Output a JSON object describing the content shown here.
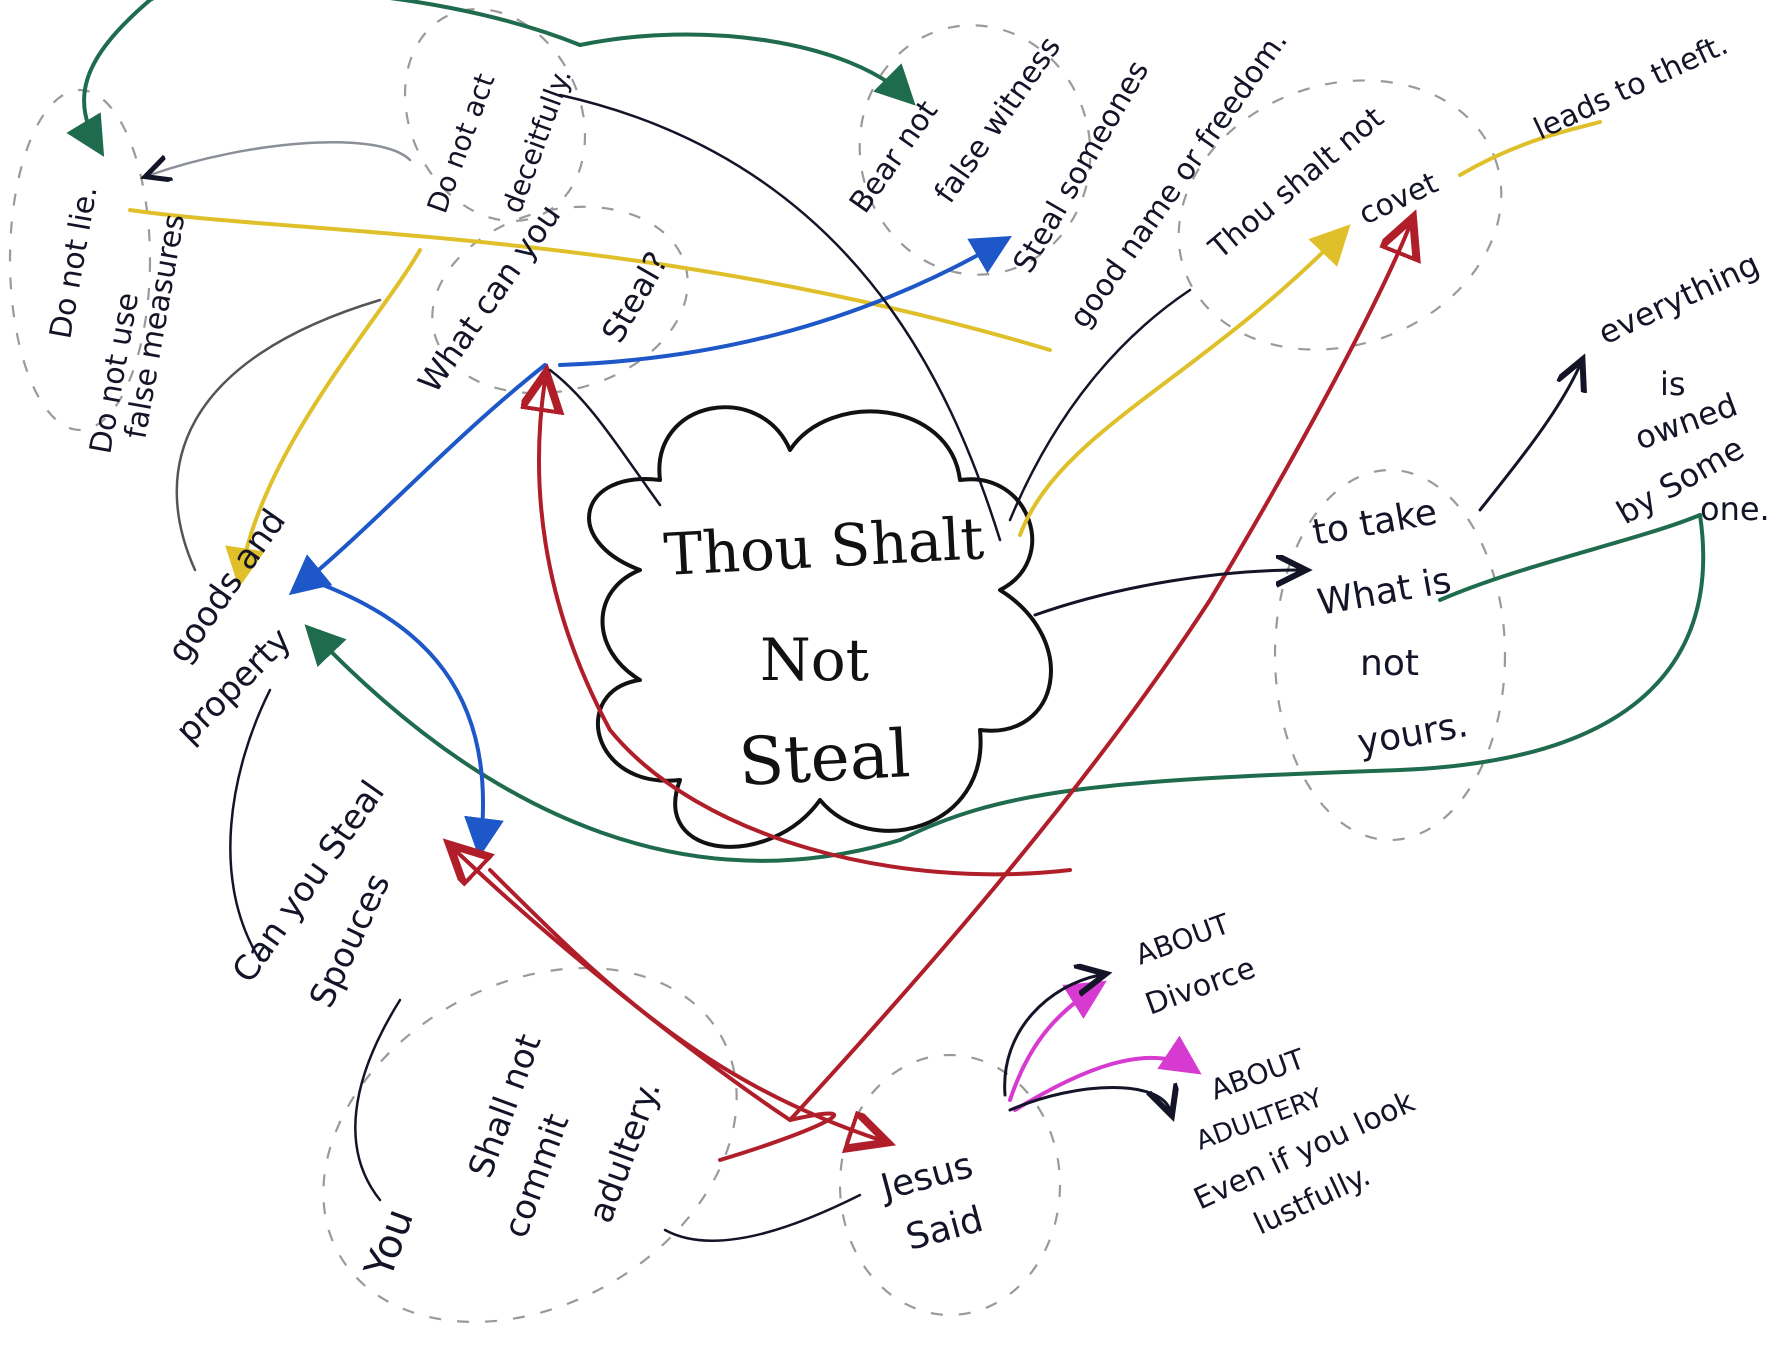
{
  "colors": {
    "ink": "#141428",
    "green": "#1f6b4e",
    "yellow": "#e0c02a",
    "blue": "#1d57c8",
    "red": "#b01e2a",
    "magenta": "#d63ad0",
    "grey": "#8a8f98",
    "dash": "#9a9a9a"
  },
  "center": {
    "line1": "Thou Shalt",
    "line2": "Not",
    "line3": "Steal"
  },
  "nodes": {
    "do_not_lie": "Do not lie.",
    "do_not_use": "Do not use",
    "false_measures": "false measures",
    "do_not_act": "Do not act",
    "deceitfully": "deceitfully.",
    "bear_not": "Bear not",
    "false_witness": "false witness",
    "steal_someones": "Steal someones",
    "good_name": "good name or freedom.",
    "thou_shalt_not": "Thou shalt not",
    "covet": "covet",
    "leads_to_theft": "leads to theft.",
    "what_can": "What can you",
    "steal_q": "Steal?",
    "everything": "everything",
    "is": "is",
    "owned": "owned",
    "by_some": "by Some",
    "one": "one.",
    "to_take": "to take",
    "what_is": "What is",
    "not": "not",
    "yours": "yours.",
    "goods": "goods and",
    "property": "property",
    "can_you_steal": "Can you Steal",
    "spouces": "Spouces",
    "you_shall": "You",
    "shall_not": "Shall not",
    "commit": "commit",
    "adultery": "adultery.",
    "jesus": "Jesus",
    "said": "Said",
    "about1": "ABOUT",
    "divorce": "Divorce",
    "about2": "ABOUT",
    "adultery_caps": "ADULTERY",
    "even_if": "Even if you look",
    "lustfully": "lustfully."
  }
}
